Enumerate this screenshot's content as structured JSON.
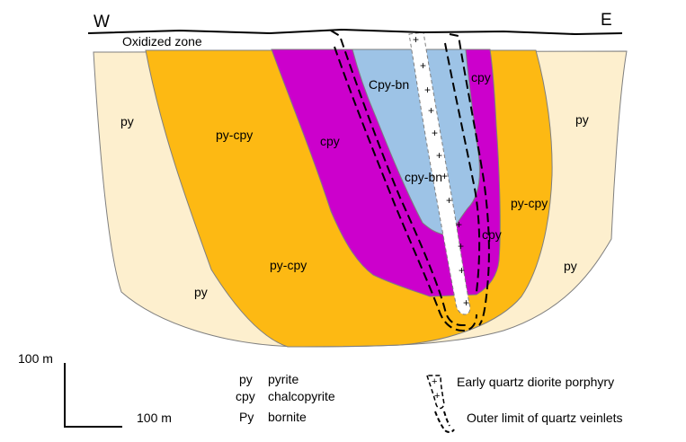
{
  "diagram": {
    "directions": {
      "west": "W",
      "east": "E"
    },
    "surface_label": "Oxidized zone",
    "zones": {
      "py_west": "py",
      "py_west_lower": "py",
      "pycpy_west": "py-cpy",
      "pycpy_lower": "py-cpy",
      "cpy_west": "cpy",
      "cpybn_upper": "Cpy-bn",
      "cpybn_lower": "cpy-bn",
      "cpy_east_upper": "cpy",
      "cpy_east_lower": "cpy",
      "pycpy_east": "py-cpy",
      "py_east": "py",
      "py_east_lower": "py"
    },
    "porphyry_marker": "+",
    "colors": {
      "pyrite": "#FDEFCE",
      "pyrite_chalcopyrite": "#FDB913",
      "chalcopyrite": "#CC00CC",
      "chalcopyrite_bornite": "#9DC3E6",
      "porphyry": "#FFFFFF",
      "outline": "#7F7F7F"
    }
  },
  "scale": {
    "vertical": "100 m",
    "horizontal": "100 m"
  },
  "legend_minerals": [
    {
      "abbr": "py",
      "name": "pyrite"
    },
    {
      "abbr": "cpy",
      "name": "chalcopyrite"
    },
    {
      "abbr": "Py",
      "name": "bornite"
    }
  ],
  "legend_symbols": [
    {
      "label": "Early quartz diorite porphyry",
      "icon": "porphyry-dike-icon"
    },
    {
      "label": "Outer limit of quartz veinlets",
      "icon": "veinlet-limit-icon"
    }
  ]
}
